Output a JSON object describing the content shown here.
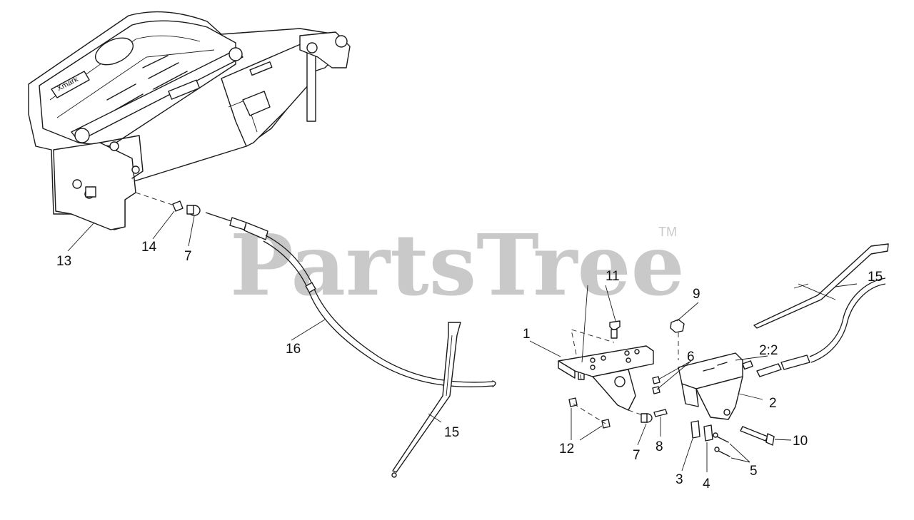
{
  "watermark": {
    "text": "PartsTree",
    "trademark": "TM"
  },
  "callouts": {
    "c1": "1",
    "c2": "2",
    "c2b": "2:2",
    "c3": "3",
    "c4": "4",
    "c5": "5",
    "c6": "6",
    "c7a": "7",
    "c7b": "7",
    "c8": "8",
    "c9": "9",
    "c10": "10",
    "c11": "11",
    "c12": "12",
    "c13": "13",
    "c14": "14",
    "c15a": "15",
    "c15b": "15",
    "c16": "16"
  },
  "logo": {
    "text": "Xmark"
  }
}
